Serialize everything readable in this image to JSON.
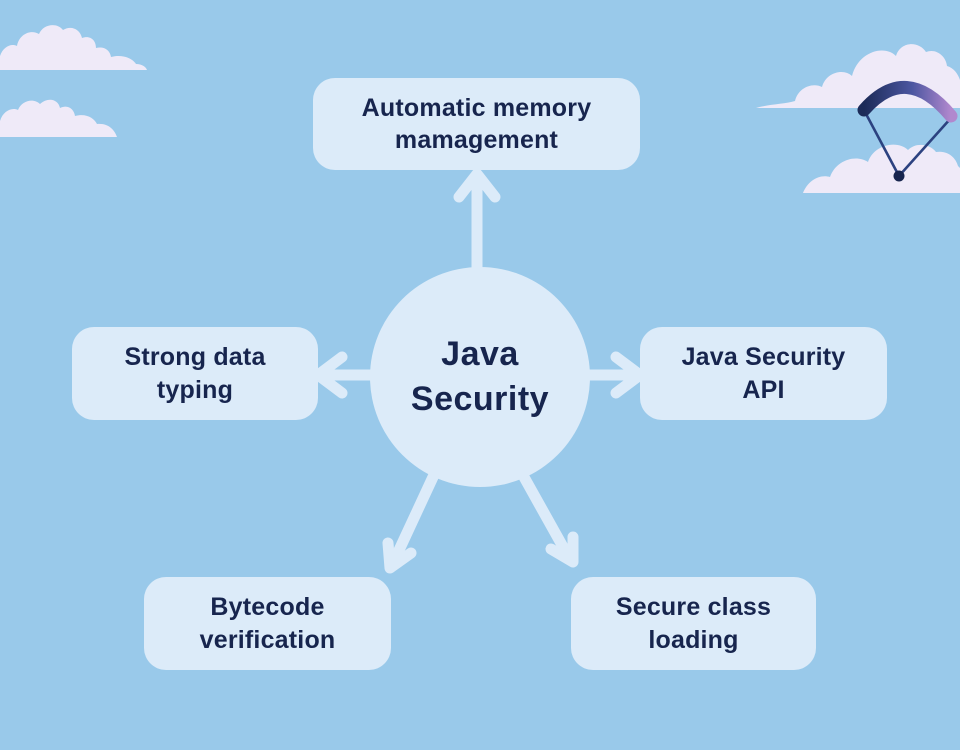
{
  "diagram": {
    "center": {
      "id": "java-security",
      "label": "Java\nSecurity"
    },
    "nodes": [
      {
        "id": "automatic-memory-management",
        "label": "Automatic memory\nmamagement"
      },
      {
        "id": "strong-data-typing",
        "label": "Strong data\ntyping"
      },
      {
        "id": "java-security-api",
        "label": "Java Security\nAPI"
      },
      {
        "id": "bytecode-verification",
        "label": "Bytecode\nverification"
      },
      {
        "id": "secure-class-loading",
        "label": "Secure class\nloading"
      }
    ],
    "decorations": [
      "cloud-icon",
      "paraglider-icon"
    ]
  },
  "colors": {
    "sky": "#99c9ea",
    "node_fill": "#dcebf9",
    "text": "#17254e",
    "cloud": "#efeaf8",
    "canopy_start": "#1c2b58",
    "canopy_mid": "#4b56a0",
    "canopy_end": "#b188ce",
    "glider_line": "#2c4280"
  }
}
